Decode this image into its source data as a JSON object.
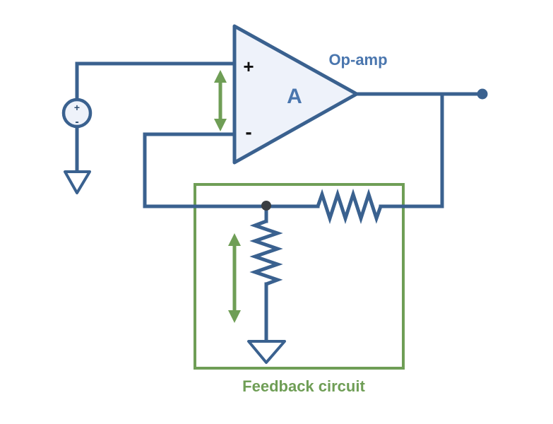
{
  "diagram": {
    "opamp_title": "Op-amp",
    "gain_label": "A",
    "noninverting_input_label": "+",
    "inverting_input_label": "-",
    "source_plus_label": "+",
    "source_minus_label": "-",
    "feedback_caption": "Feedback circuit"
  },
  "colors": {
    "wire": "#3a618f",
    "component_fill": "#eef2fa",
    "label_blue": "#4a76ae",
    "green": "#6f9e56",
    "node_dot": "#3a3e42",
    "background": "#ffffff",
    "black_text": "#111111"
  }
}
